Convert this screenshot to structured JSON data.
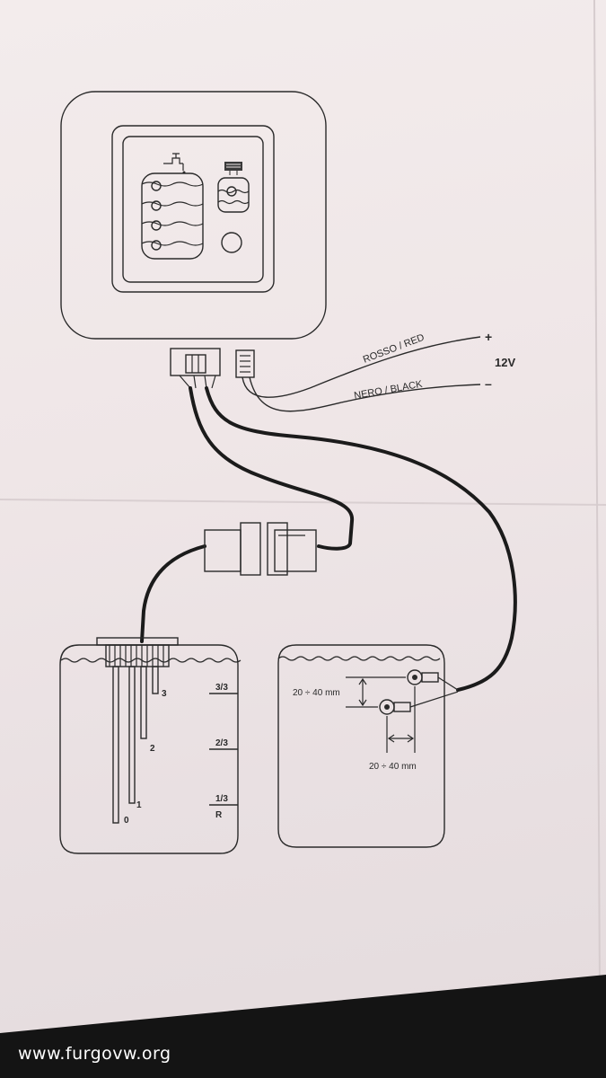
{
  "wires": {
    "red_label": "ROSSO / RED",
    "black_label": "NERO / BLACK",
    "plus": "+",
    "minus": "–",
    "voltage": "12V"
  },
  "tank_left": {
    "probe_labels": [
      "3",
      "2",
      "1",
      "0"
    ],
    "level_labels": [
      "3/3",
      "2/3",
      "1/3",
      "R"
    ]
  },
  "tank_right": {
    "dim_vertical": "20 ÷ 40 mm",
    "dim_horizontal": "20 ÷ 40 mm"
  },
  "watermark": "www.furgovw.org"
}
